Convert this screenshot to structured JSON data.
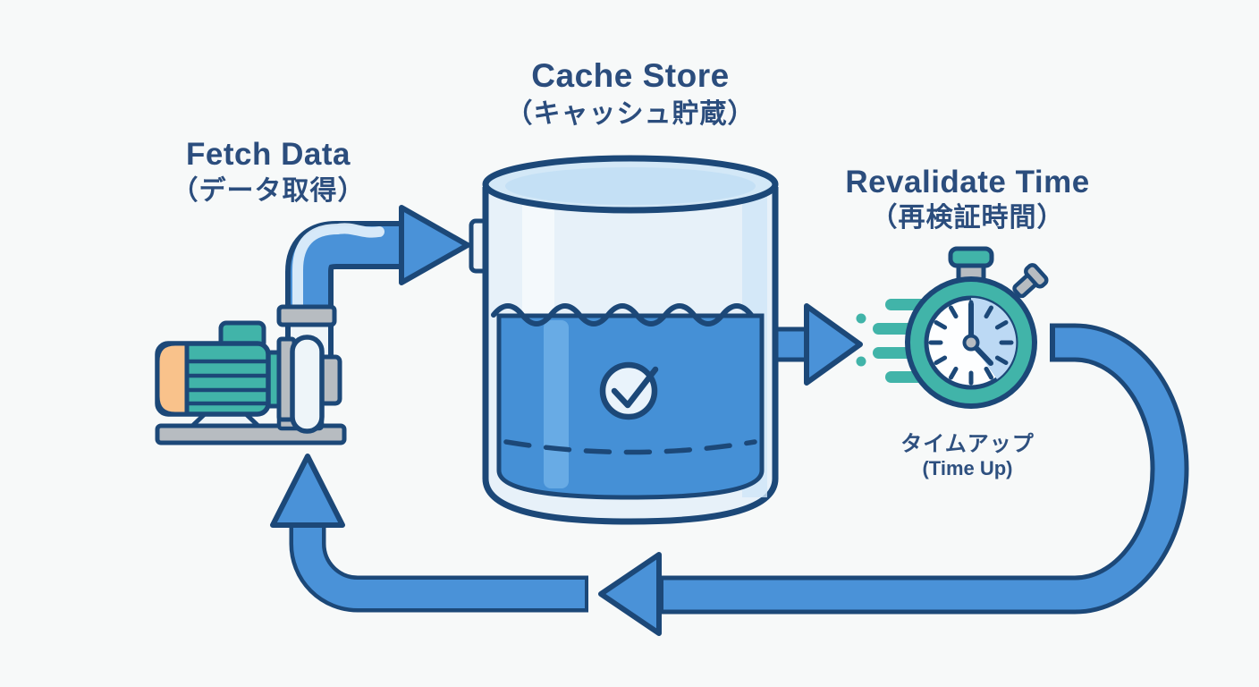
{
  "diagram": {
    "background": "#f7f9f9",
    "flow_order": [
      "fetch_data",
      "cache_store",
      "revalidate_time",
      "time_up"
    ],
    "nodes": {
      "fetch_data": {
        "title": "Fetch Data",
        "subtitle": "（データ取得）",
        "icon": "pump-icon"
      },
      "cache_store": {
        "title": "Cache Store",
        "subtitle": "（キャッシュ貯蔵）",
        "icon": "water-tank-icon"
      },
      "revalidate_time": {
        "title": "Revalidate Time",
        "subtitle": "（再検証時間）",
        "icon": "stopwatch-icon"
      },
      "time_up": {
        "title": "タイムアップ",
        "subtitle": "(Time Up)"
      }
    },
    "colors": {
      "label_text": "#2b4d7d",
      "outline_navy": "#1c4878",
      "arrow_blue": "#4a92d8",
      "water_blue": "#4590d6",
      "glass_body": "#e7f1f9",
      "glass_top": "#d3e8f7",
      "teal": "#41b4a9",
      "gray": "#b7bcc1",
      "orange": "#f9c28b",
      "dial_sector": "#bcd9f4"
    }
  }
}
